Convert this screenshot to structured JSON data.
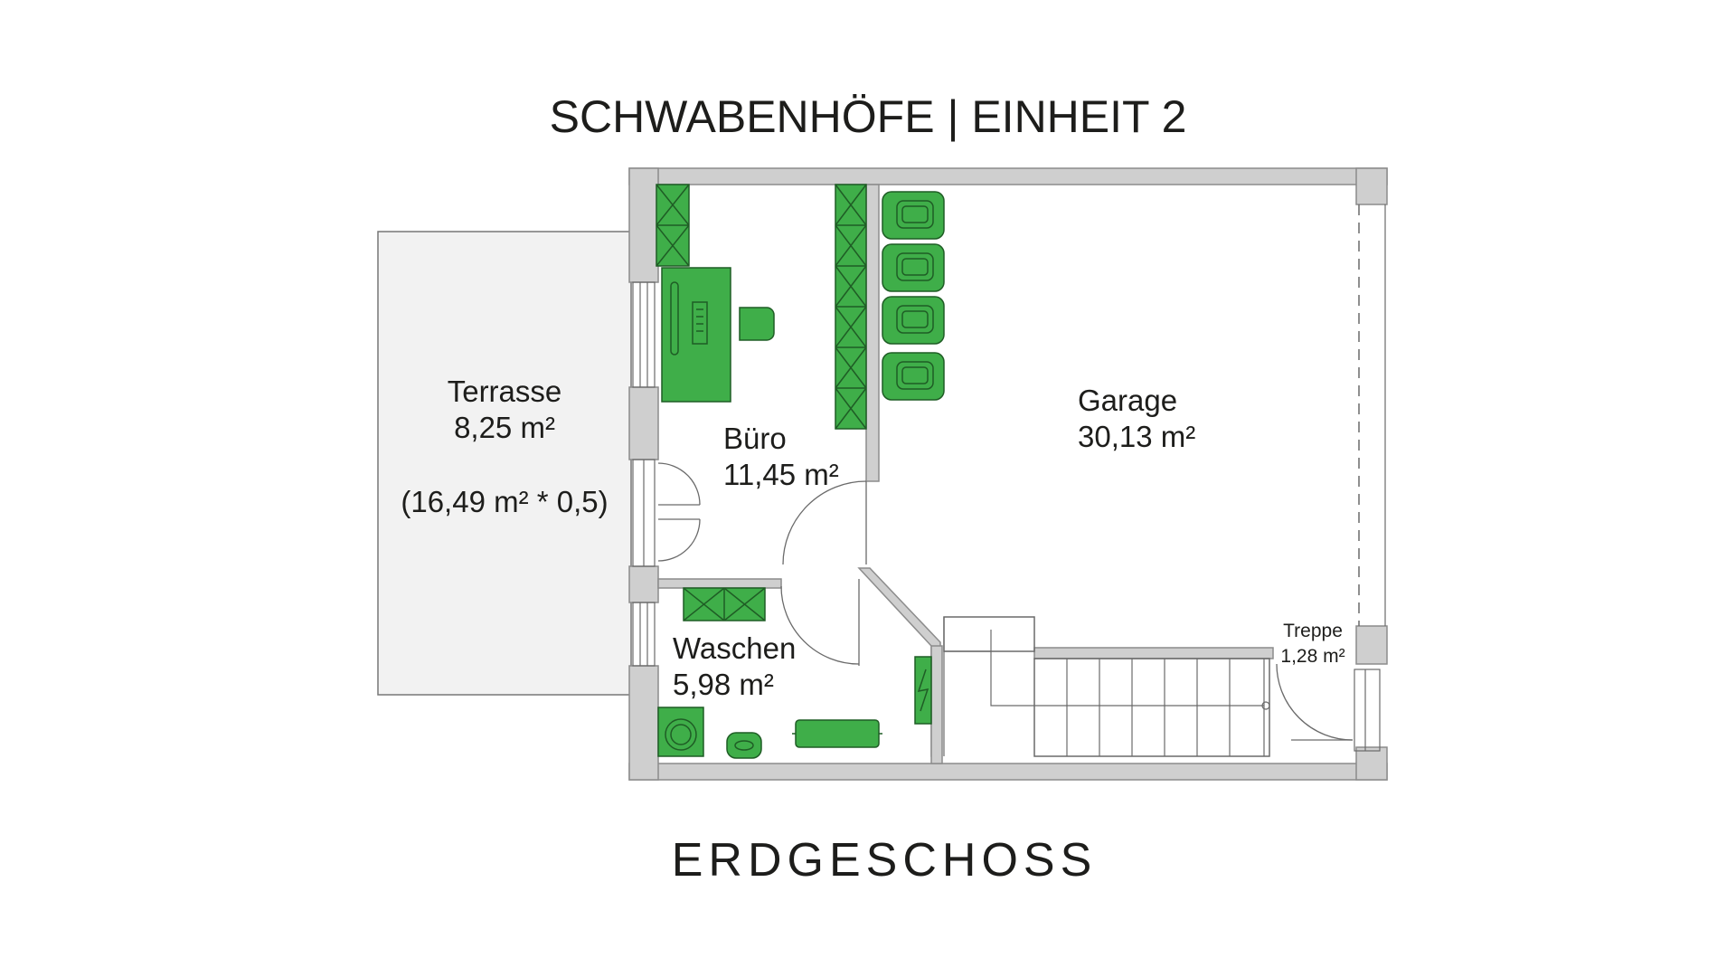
{
  "header": {
    "title": "SCHWABENHÖFE | EINHEIT 2"
  },
  "footer": {
    "floor_name": "ERDGESCHOSS"
  },
  "rooms": {
    "terrasse": {
      "name": "Terrasse",
      "area": "8,25 m²",
      "note": "(16,49 m² * 0,5)"
    },
    "buero": {
      "name": "Büro",
      "area": "11,45 m²"
    },
    "garage": {
      "name": "Garage",
      "area": "30,13 m²"
    },
    "waschen": {
      "name": "Waschen",
      "area": "5,98 m²"
    },
    "treppe": {
      "name": "Treppe",
      "area": "1,28 m²"
    }
  },
  "colors": {
    "furniture": "#3fae49",
    "wall": "#cfcfcf",
    "text": "#1d1d1b"
  }
}
